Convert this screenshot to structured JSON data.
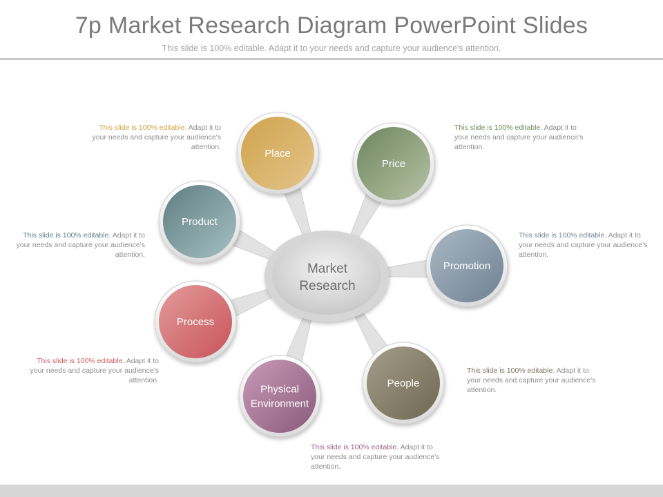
{
  "header": {
    "title": "7p Market Research Diagram PowerPoint Slides",
    "subtitle": "This slide is 100% editable. Adapt it to your needs and capture your audience's attention."
  },
  "center": {
    "line1": "Market",
    "line2": "Research"
  },
  "nodes": [
    {
      "id": "place",
      "lines": [
        "Place"
      ],
      "color_top": "#d0a44e",
      "color_bottom": "#e3c48a"
    },
    {
      "id": "price",
      "lines": [
        "Price"
      ],
      "color_top": "#6e8660",
      "color_bottom": "#b6c2a4"
    },
    {
      "id": "promotion",
      "lines": [
        "Promotion"
      ],
      "color_top": "#aab8c4",
      "color_bottom": "#6f8293"
    },
    {
      "id": "people",
      "lines": [
        "People"
      ],
      "color_top": "#a59e8a",
      "color_bottom": "#6e6752"
    },
    {
      "id": "physical-environment",
      "lines": [
        "Physical",
        "Environment"
      ],
      "color_top": "#c99ab8",
      "color_bottom": "#8a5a7a"
    },
    {
      "id": "process",
      "lines": [
        "Process"
      ],
      "color_top": "#e39b9b",
      "color_bottom": "#c8545a"
    },
    {
      "id": "product",
      "lines": [
        "Product"
      ],
      "color_top": "#5f7e82",
      "color_bottom": "#a6c0c2"
    }
  ],
  "notes": [
    {
      "id": "place",
      "highlight": "This slide is 100% editable.",
      "rest": " Adapt it to your needs and capture your audience's attention.",
      "color": "#d2a046"
    },
    {
      "id": "price",
      "highlight": "This slide is 100% editable.",
      "rest": " Adapt it to your needs and capture your audience's attention.",
      "color": "#6f8a5a"
    },
    {
      "id": "product",
      "highlight": "This slide is 100% editable.",
      "rest": " Adapt it to your needs and capture your audience's attention.",
      "color": "#5e7c80"
    },
    {
      "id": "promotion",
      "highlight": "This slide is 100% editable.",
      "rest": " Adapt it to your needs and capture your audience's attention.",
      "color": "#6f8293"
    },
    {
      "id": "process",
      "highlight": "This slide is 100% editable.",
      "rest": " Adapt it to your needs and capture your audience's attention.",
      "color": "#cc5a5e"
    },
    {
      "id": "people",
      "highlight": "This slide is 100% editable.",
      "rest": " Adapt it to your needs and capture your audience's attention.",
      "color": "#7a7360"
    },
    {
      "id": "physical-environment",
      "highlight": "This slide is 100% editable.",
      "rest": " Adapt it to your needs and capture your audience's attention.",
      "color": "#9a5f86"
    }
  ]
}
